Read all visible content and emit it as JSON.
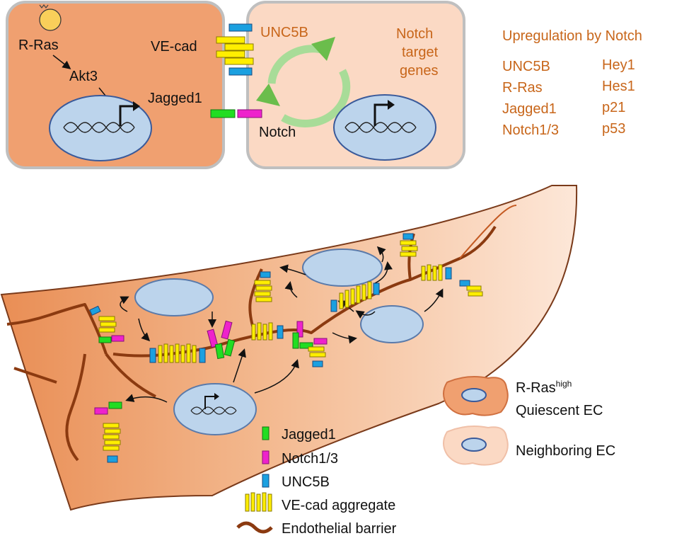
{
  "left_cell": {
    "rras": "R-Ras",
    "akt3": "Akt3",
    "vecad": "VE-cad",
    "jagged1": "Jagged1"
  },
  "right_cell": {
    "unc5b": "UNC5B",
    "notch_target_line1": "Notch",
    "notch_target_line2": "target",
    "notch_target_line3": "genes",
    "notch": "Notch"
  },
  "upregulation": {
    "title": "Upregulation by Notch",
    "col1": [
      "UNC5B",
      "R-Ras",
      "Jagged1",
      "Notch1/3"
    ],
    "col2": [
      "Hey1",
      "Hes1",
      "p21",
      "p53"
    ]
  },
  "legend": {
    "items": [
      "Jagged1",
      "Notch1/3",
      "UNC5B",
      "VE-cad aggregate",
      "Endothelial barrier"
    ]
  },
  "cell_key": {
    "quiescent_main": "R-Ras",
    "quiescent_sup": "high",
    "quiescent_line2": "Quiescent EC",
    "neighboring": "Neighboring EC"
  },
  "colors": {
    "quiescent_cell": "#f0a070",
    "neighbor_cell": "#fbd9c4",
    "barrier": "#8b3a10",
    "jagged1": "#22dd22",
    "notch": "#ee22cc",
    "unc5b": "#1ba0e0",
    "vecad": "#ffee00",
    "nucleus": "#bcd4ec",
    "text_accent": "#c8661a",
    "cycle_arrow": "#8fd47a"
  }
}
